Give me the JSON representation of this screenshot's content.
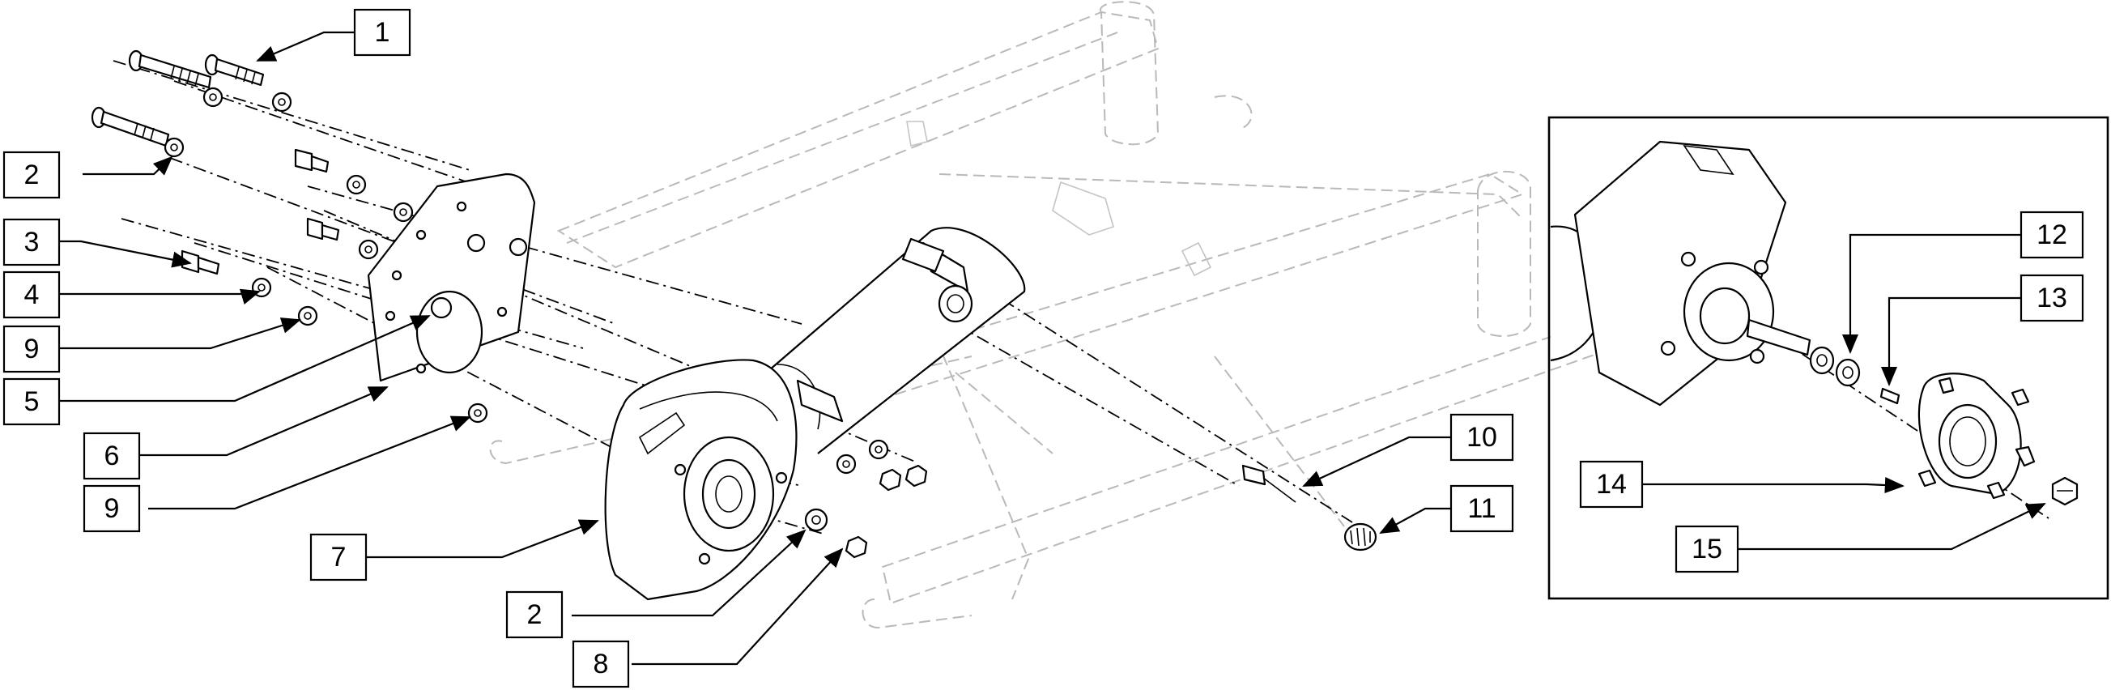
{
  "callouts": [
    {
      "id": "c1",
      "label": "1"
    },
    {
      "id": "c2a",
      "label": "2"
    },
    {
      "id": "c3",
      "label": "3"
    },
    {
      "id": "c4",
      "label": "4"
    },
    {
      "id": "c9a",
      "label": "9"
    },
    {
      "id": "c5",
      "label": "5"
    },
    {
      "id": "c6",
      "label": "6"
    },
    {
      "id": "c9b",
      "label": "9"
    },
    {
      "id": "c7",
      "label": "7"
    },
    {
      "id": "c2b",
      "label": "2"
    },
    {
      "id": "c8",
      "label": "8"
    },
    {
      "id": "c10",
      "label": "10"
    },
    {
      "id": "c11",
      "label": "11"
    },
    {
      "id": "c12",
      "label": "12"
    },
    {
      "id": "c13",
      "label": "13"
    },
    {
      "id": "c14",
      "label": "14"
    },
    {
      "id": "c15",
      "label": "15"
    }
  ]
}
